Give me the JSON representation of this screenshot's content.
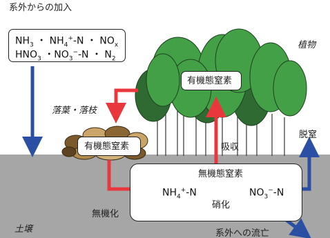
{
  "labels": {
    "external_input": "系外からの加入",
    "plants": "植物",
    "litter": "落葉・落枝",
    "organic_n_plants": "有機態窒素",
    "organic_n_litter": "有機態窒素",
    "absorption": "吸収",
    "denitrification": "脱窒",
    "inorganic_n": "無機態窒素",
    "nitrification": "硝化",
    "mineralization": "無機化",
    "soil": "土壌",
    "outflow": "系外への流亡"
  },
  "chem": {
    "line1": {
      "nh3_base": "NH",
      "nh3_sub": "3",
      "sep1": " ・ ",
      "nh4_base": "NH",
      "nh4_sub": "4",
      "nh4_sup": "+",
      "nh4_tail": "-N ・ NO",
      "nox_sub": "x"
    },
    "line2": {
      "hno3_base": "HNO",
      "hno3_sub": "3",
      "sep1": " ・NO",
      "no3_sub": "3",
      "no3_sup": "−",
      "no3_tail": "-N ・ N",
      "n2_sub": "2"
    },
    "nh4_node": {
      "base": "NH",
      "sub": "4",
      "sup": "+",
      "tail": "-N"
    },
    "no3_node": {
      "base": "NO",
      "sub": "3",
      "sup": "−",
      "tail": "-N"
    }
  },
  "colors": {
    "blue_arrow": "#2a4fa3",
    "red_arrow": "#e8383d",
    "soil": "#a6a6a6",
    "tree_light": "#44a047",
    "tree_dark": "#2f6a33"
  }
}
